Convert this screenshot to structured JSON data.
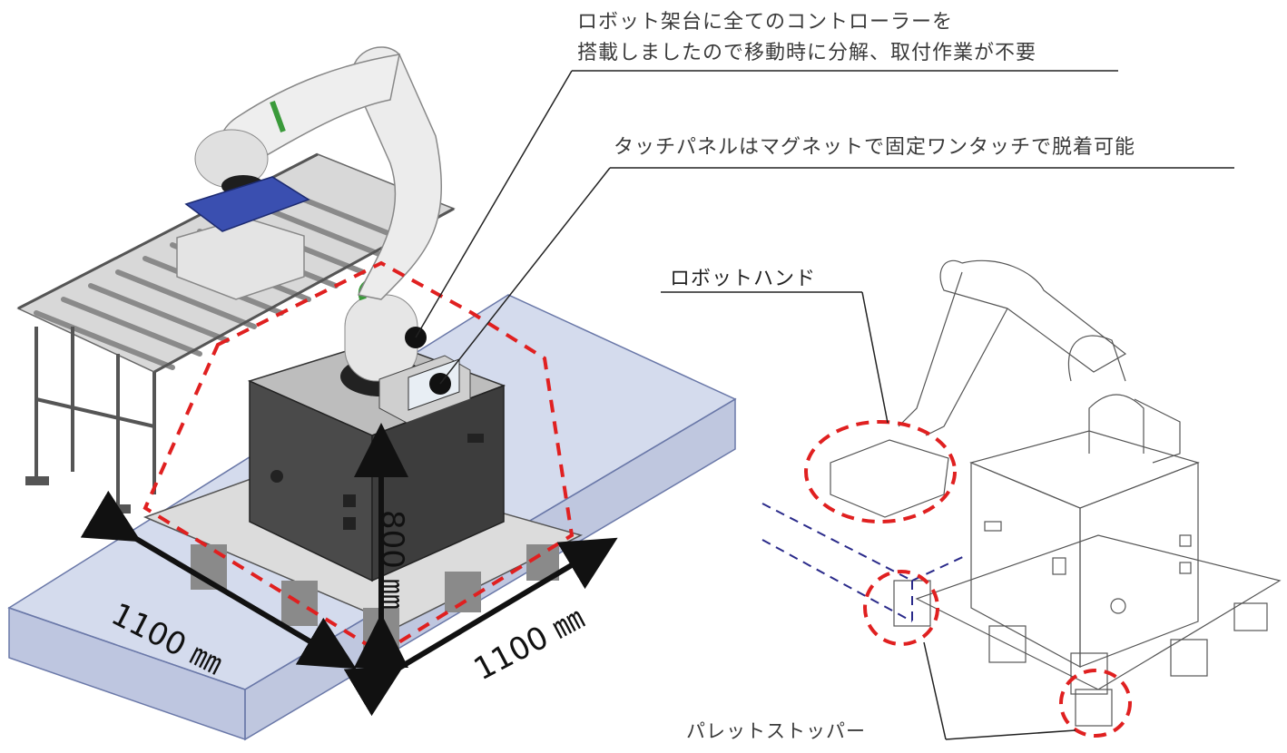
{
  "callouts": {
    "top_line1": "ロボット架台に全てのコントローラーを",
    "top_line2": "搭載しましたので移動時に分解、取付作業が不要",
    "touch_panel": "タッチパネルはマグネットで固定ワンタッチで脱着可能",
    "robot_hand": "ロボットハンド",
    "pallet_stopper": "パレットストッパー"
  },
  "dimensions": {
    "left_width": "1100 ㎜",
    "right_width": "1100 ㎜",
    "height": "800 ㎜"
  },
  "colors": {
    "highlight_dash": "#e02020",
    "guide_dash": "#2a2a8a",
    "pallet_fill": "#9fb0d6",
    "cabinet": "#4a4a4a",
    "robot_body": "#e6e6e6",
    "robot_accent": "#3a9a3a",
    "gripper": "#3a4fb0",
    "arrow": "#1a1a1a"
  }
}
